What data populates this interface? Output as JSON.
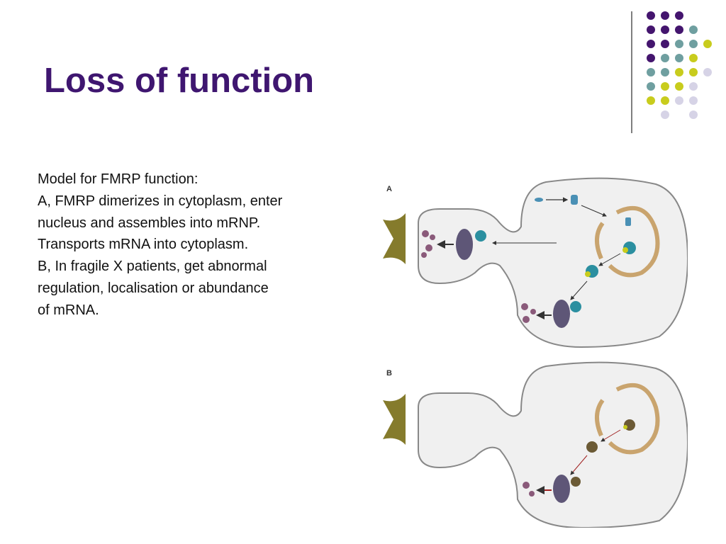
{
  "slide": {
    "title": "Loss of function",
    "body_lines": [
      "Model for FMRP function:",
      "A, FMRP dimerizes in cytoplasm, enter",
      "nucleus and assembles into mRNP.",
      "Transports mRNA into cytoplasm.",
      "B, In fragile X patients, get abnormal",
      "regulation, localisation or abundance",
      "of mRNA."
    ]
  },
  "figure": {
    "panel_a_label": "A",
    "panel_b_label": "B"
  },
  "colors": {
    "title": "#3f1670",
    "dot_purple": "#44156e",
    "dot_teal": "#6f9fa0",
    "dot_yellow": "#c8cc1d",
    "dot_lavender": "#d6d3e6",
    "divider": "#555555",
    "synapse": "#857b2c",
    "nucleus_membrane": "#c9a46e",
    "ribosome": "#5e5677"
  },
  "icons": {
    "decoration": "dot-grid",
    "divider": "vertical-line"
  }
}
